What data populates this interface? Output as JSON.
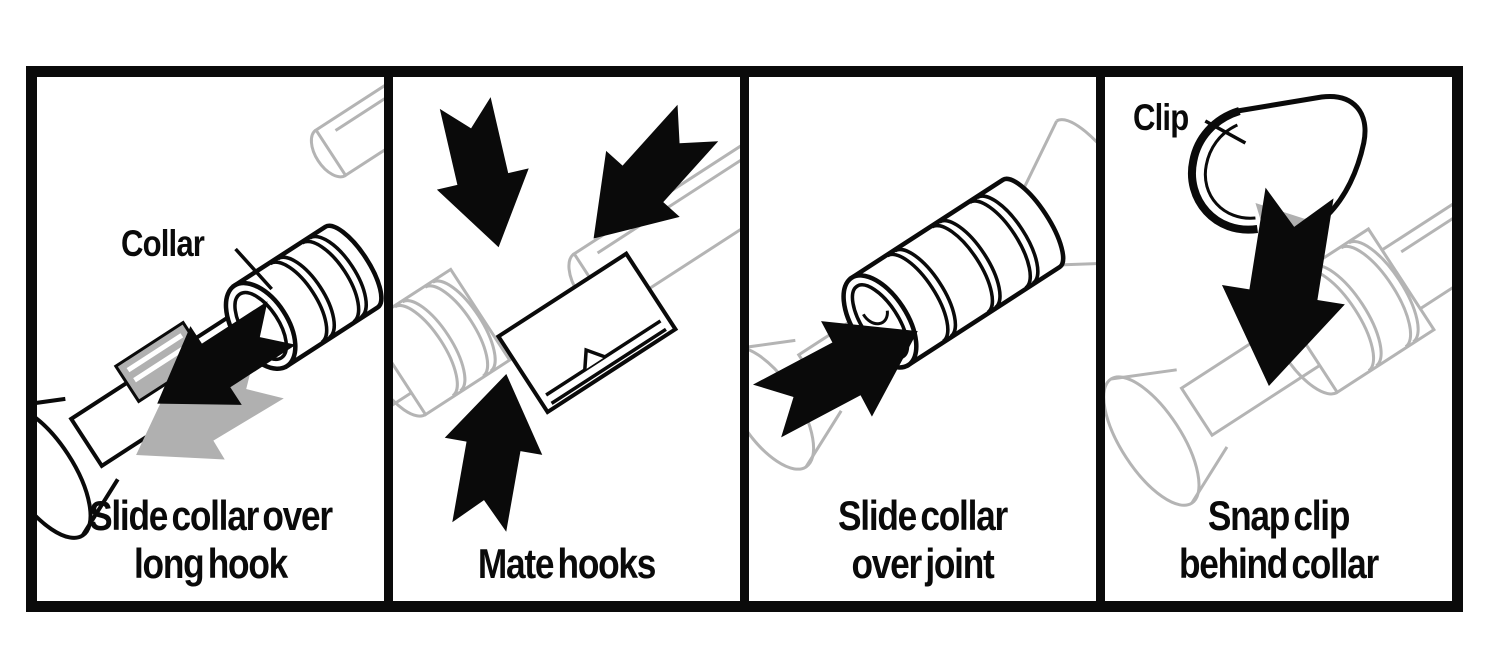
{
  "panels": [
    {
      "id": "step-1",
      "callout": "Collar",
      "caption": [
        "Slide collar over",
        "long hook"
      ]
    },
    {
      "id": "step-2",
      "caption": [
        "Mate hooks"
      ]
    },
    {
      "id": "step-3",
      "caption": [
        "Slide collar",
        "over joint"
      ]
    },
    {
      "id": "step-4",
      "callout": "Clip",
      "caption": [
        "Snap clip",
        "behind collar"
      ]
    }
  ],
  "colors": {
    "background": "#ffffff",
    "frame": "#0a0a0a",
    "primary_line": "#0a0a0a",
    "secondary_line": "#b4b4b4",
    "arrow_black": "#0a0a0a",
    "arrow_gray": "#b0b0b0",
    "hook_gray": "#b0b0b0"
  }
}
